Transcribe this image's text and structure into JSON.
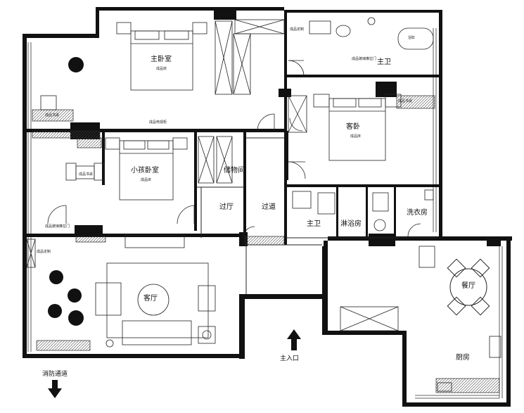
{
  "rooms": {
    "master_bedroom": "主卧室",
    "master_bath": "主卫",
    "guest_bedroom": "客卧",
    "kids_bedroom": "小孩卧室",
    "storage": "储物间",
    "hall_1": "过厅",
    "hall_2": "过道",
    "bath_2": "主卫",
    "shower_room": "淋浴房",
    "laundry": "洗衣房",
    "living_room": "客厅",
    "dining_room": "餐厅",
    "kitchen": "厨房"
  },
  "markers": {
    "main_entrance": "主入口",
    "fire_exit": "消防通道"
  },
  "small_labels": {
    "bed_1": "成品床",
    "bed_2": "成品床",
    "bed_3": "成品床",
    "desk_1": "成品书桌",
    "desk_2": "成品书桌",
    "desk_3": "成品书桌",
    "custom_1": "成品定制",
    "custom_2": "成品定制",
    "door_1": "成品玻璃推拉门",
    "door_2": "成品玻璃推拉门",
    "tv_cabinet": "成品电视柜",
    "bathtub": "浴缸"
  }
}
